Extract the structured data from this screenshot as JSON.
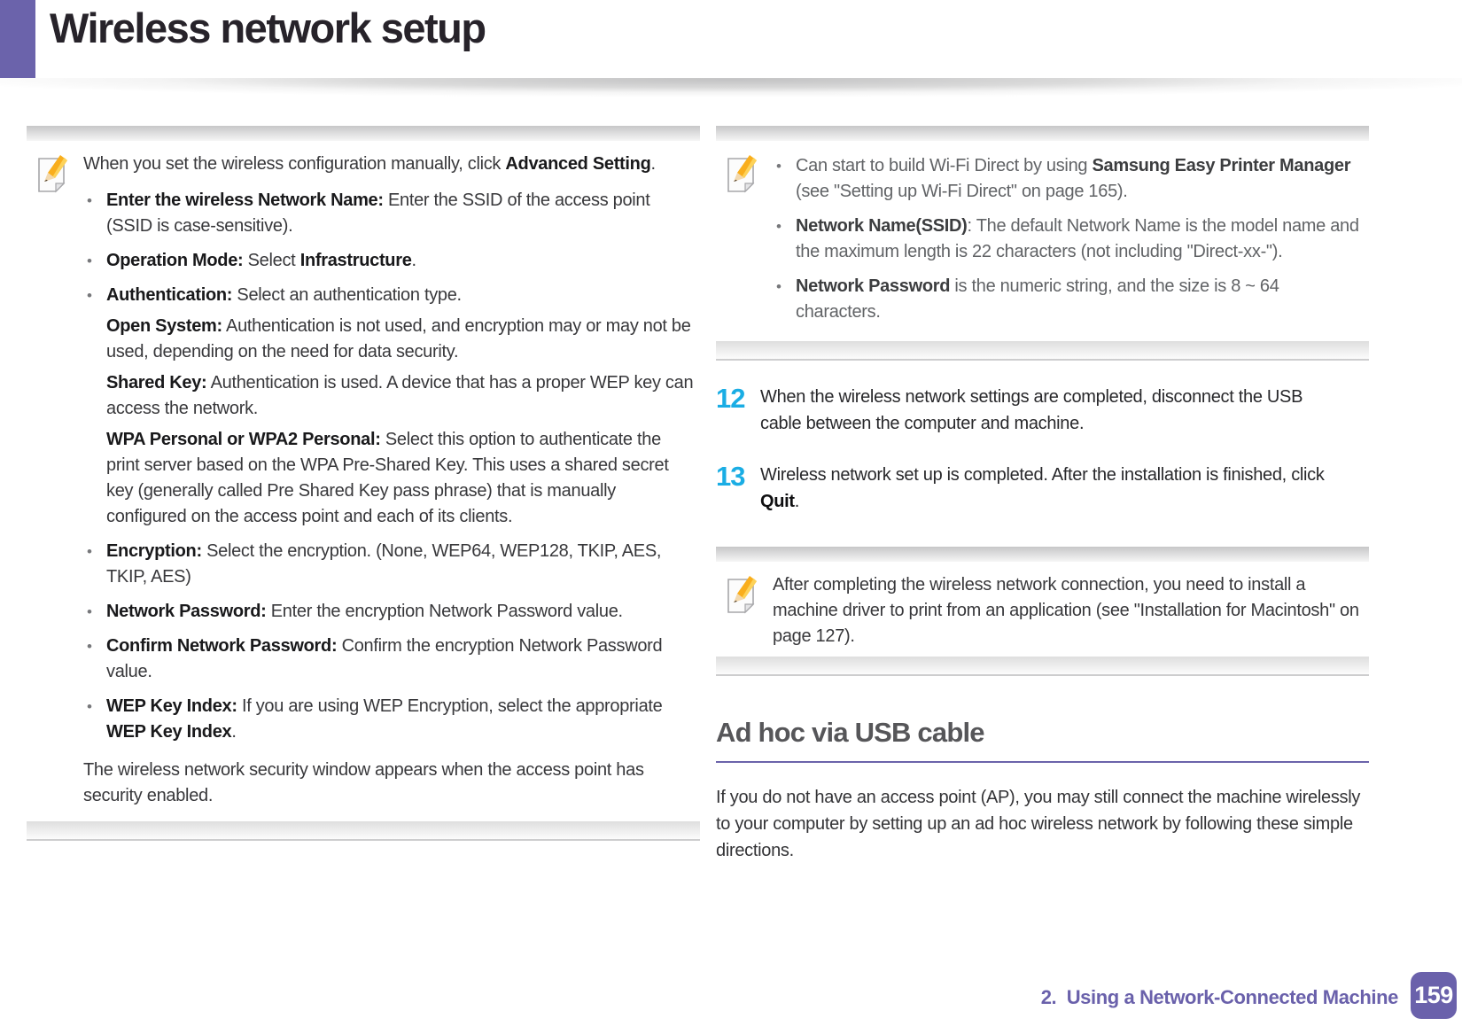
{
  "header": {
    "title": "Wireless network setup"
  },
  "colors": {
    "accent_purple": "#6b63ab",
    "step_number_cyan": "#1aade4",
    "footer_purple": "#6a61ab"
  },
  "icons": {
    "note": "pencil-note-icon"
  },
  "note_left": {
    "intro": [
      {
        "t": "When you set the wireless configuration manually, click "
      },
      {
        "t": "Advanced Setting",
        "b": true
      },
      {
        "t": "."
      }
    ],
    "bullets": [
      {
        "runs": [
          {
            "t": "Enter the wireless Network Name:",
            "b": true
          },
          {
            "t": " Enter the SSID of the access point (SSID is case-sensitive)."
          }
        ]
      },
      {
        "runs": [
          {
            "t": "Operation Mode:",
            "b": true
          },
          {
            "t": " Select "
          },
          {
            "t": "Infrastructure",
            "b": true
          },
          {
            "t": "."
          }
        ]
      },
      {
        "runs": [
          {
            "t": "Authentication:",
            "b": true
          },
          {
            "t": " Select an authentication type."
          }
        ],
        "subs": [
          [
            {
              "t": "Open System:",
              "b": true
            },
            {
              "t": " Authentication is not used, and encryption may or may not be used, depending on the need for data security."
            }
          ],
          [
            {
              "t": "Shared Key:",
              "b": true
            },
            {
              "t": " Authentication is used. A device that has a proper WEP key can access the network."
            }
          ],
          [
            {
              "t": "WPA Personal or WPA2 Personal:",
              "b": true
            },
            {
              "t": " Select this option to authenticate the print server based on the WPA Pre-Shared Key. This uses a shared secret key (generally called Pre Shared Key pass phrase) that is manually configured on the access point and each of its clients."
            }
          ]
        ]
      },
      {
        "runs": [
          {
            "t": "Encryption:",
            "b": true
          },
          {
            "t": " Select the encryption. (None, WEP64, WEP128, TKIP, AES, TKIP, AES)"
          }
        ]
      },
      {
        "runs": [
          {
            "t": "Network Password:",
            "b": true
          },
          {
            "t": " Enter the encryption Network Password value."
          }
        ]
      },
      {
        "runs": [
          {
            "t": "Confirm Network Password:",
            "b": true
          },
          {
            "t": " Confirm the encryption Network Password value."
          }
        ]
      },
      {
        "runs": [
          {
            "t": "WEP Key Index:",
            "b": true
          },
          {
            "t": " If you are using WEP Encryption, select the appropriate "
          },
          {
            "t": "WEP Key Index",
            "b": true
          },
          {
            "t": "."
          }
        ]
      }
    ],
    "closing": "The wireless network security window appears when the access point has security enabled."
  },
  "note_right1": {
    "bullets": [
      {
        "runs": [
          {
            "t": "Can start to build Wi-Fi Direct by using "
          },
          {
            "t": "Samsung Easy Printer Manager",
            "b": true
          },
          {
            "t": " (see \"Setting up Wi-Fi Direct\" on page 165)."
          }
        ]
      },
      {
        "runs": [
          {
            "t": "Network Name(SSID)",
            "b": true
          },
          {
            "t": ": The default Network Name is the model name and the maximum length is 22 characters (not including \"Direct-xx-\")."
          }
        ]
      },
      {
        "runs": [
          {
            "t": "Network Password",
            "b": true
          },
          {
            "t": " is the numeric string, and the size is 8 ~ 64 characters."
          }
        ]
      }
    ]
  },
  "steps": [
    {
      "num": "12",
      "runs": [
        {
          "t": "When the wireless network settings are completed, disconnect the USB cable between the computer and machine."
        }
      ]
    },
    {
      "num": "13",
      "runs": [
        {
          "t": "Wireless network set up is completed. After the installation is finished, click "
        },
        {
          "t": "Quit",
          "b": true
        },
        {
          "t": "."
        }
      ]
    }
  ],
  "note_right2": {
    "runs": [
      {
        "t": "After completing the wireless network connection, you need to install a machine driver to print from an application (see \"Installation for Macintosh\" on page 127)."
      }
    ]
  },
  "section": {
    "heading": "Ad hoc via USB cable",
    "body": "If you do not have an access point (AP), you may still connect the machine wirelessly to your computer by setting up an ad hoc wireless network by following these simple directions."
  },
  "footer": {
    "chapter": "2.  Using a Network-Connected Machine",
    "page_number": "159"
  }
}
